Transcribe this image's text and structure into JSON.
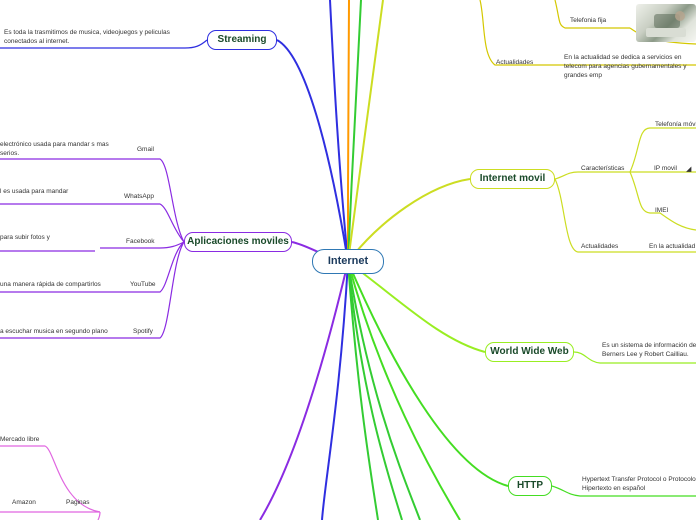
{
  "central": "Internet",
  "streaming": {
    "title": "Streaming",
    "desc": "Es toda la trasmitimos de musica, videojuegos y peliculas conectados al internet."
  },
  "apps": {
    "title": "Aplicaciones moviles",
    "gmail": "Gmail",
    "gmail_desc": "electrónico usada para mandar s mas serios.",
    "whatsapp": "WhatsApp",
    "whatsapp_desc": "l es usada para mandar",
    "facebook": "Facebook",
    "facebook_desc": "para subir fotos y",
    "youtube": "YouTube",
    "youtube_desc": "una manera rápida de compartirlos",
    "spotify": "Spotify",
    "spotify_desc": "a escuchar musica en segundo plano"
  },
  "paginas": {
    "title": "Paginas",
    "mercado": "Mercado libre",
    "amazon": "Amazon"
  },
  "top_right": {
    "telefonia_fija": "Telefonia fija",
    "actualidades": "Actualidades",
    "actualidades_desc": "En la actualidad se dedica a servicios en telecom para agencias gubernamentales y grandes emp"
  },
  "internet_movil": {
    "title": "Internet movil",
    "caracteristicas": "Características",
    "telefonia_movil": "Telefonía móvil",
    "ip_movil": "IP movil",
    "imei": "IMEI",
    "actualidades": "Actualidades",
    "actualidades_desc": "En la actualidad p"
  },
  "www": {
    "title": "World Wide Web",
    "desc": "Es un sistema de información des Berners Lee y Robert Cailliau."
  },
  "http": {
    "title": "HTTP",
    "desc": "Hypertext Transfer Protocol o Protocolo d Hipertexto en español"
  },
  "colors": {
    "center": "#2f78b4",
    "streaming": "#2f2fe0",
    "apps": "#8a2be2",
    "paginas": "#e066e0",
    "internet_movil": "#ccdd22",
    "www": "#99ee22",
    "http": "#44dd22",
    "top_yellow": "#d4c800"
  }
}
